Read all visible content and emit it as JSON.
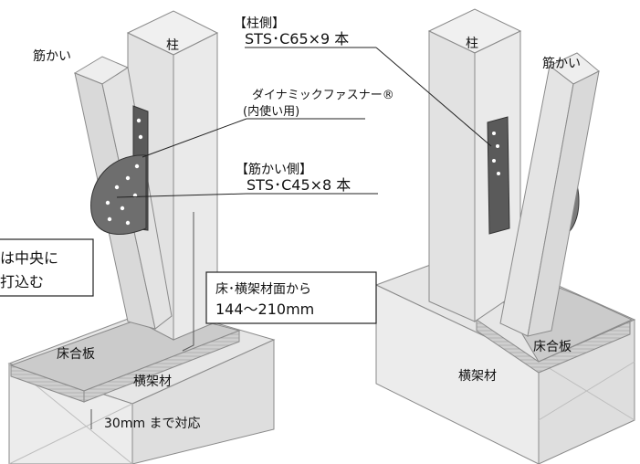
{
  "left_view": {
    "post_label": "柱",
    "brace_label": "筋かい",
    "floor_board_label": "床合板",
    "beam_label": "横架材",
    "post_side_title": "【柱側】",
    "post_side_spec": "STS･C65×9 本",
    "product_name": "ダイナミックファスナー®",
    "product_note": "(内使い用)",
    "brace_side_title": "【筋かい側】",
    "brace_side_spec": "STS･C45×8 本",
    "center_callout_line1": "は中央に",
    "center_callout_line2": "打込む",
    "height_box_line1": "床･横架材面から",
    "height_box_line2": "144～210mm",
    "board_note": "30mm まで対応"
  },
  "right_view": {
    "post_label": "柱",
    "brace_label": "筋かい",
    "floor_board_label": "床合板",
    "beam_label": "横架材"
  }
}
